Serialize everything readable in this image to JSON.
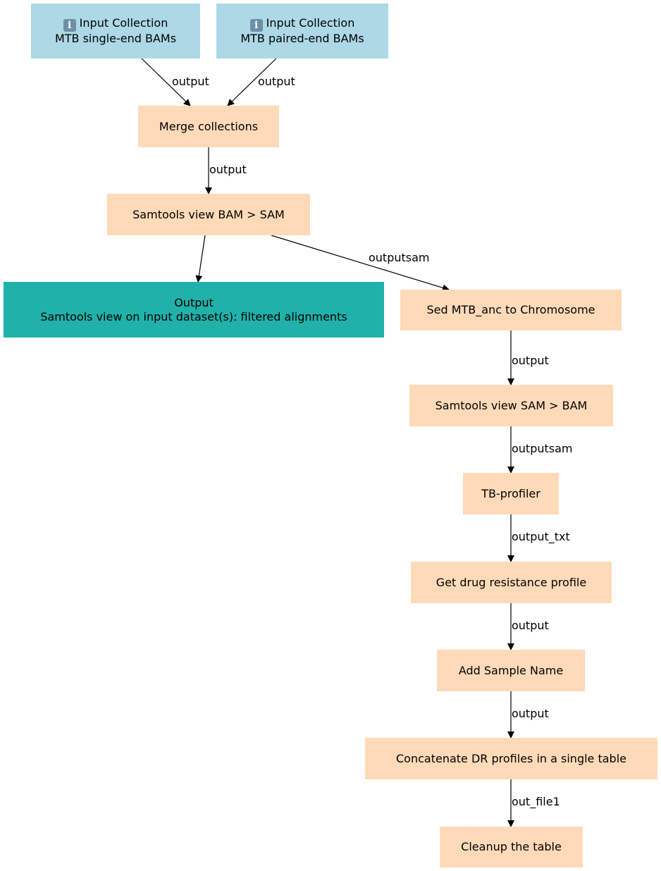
{
  "nodes": {
    "input_single": {
      "icon": "info-icon",
      "title": "Input Collection",
      "subtitle": "MTB single-end BAMs"
    },
    "input_paired": {
      "icon": "info-icon",
      "title": "Input Collection",
      "subtitle": "MTB paired-end BAMs"
    },
    "merge": {
      "label": "Merge collections"
    },
    "samtools_bam_sam": {
      "label": "Samtools view BAM > SAM"
    },
    "output": {
      "title": "Output",
      "subtitle": "Samtools view on input dataset(s): filtered alignments"
    },
    "sed": {
      "label": "Sed MTB_anc to Chromosome"
    },
    "samtools_sam_bam": {
      "label": "Samtools view SAM > BAM"
    },
    "tbprofiler": {
      "label": "TB-profiler"
    },
    "get_dr": {
      "label": "Get drug resistance profile"
    },
    "add_sample": {
      "label": "Add Sample Name"
    },
    "concatenate": {
      "label": "Concatenate DR profiles in a single table"
    },
    "cleanup": {
      "label": "Cleanup the table"
    }
  },
  "edges": [
    {
      "from": "input_single",
      "to": "merge",
      "label": "output"
    },
    {
      "from": "input_paired",
      "to": "merge",
      "label": "output"
    },
    {
      "from": "merge",
      "to": "samtools_bam_sam",
      "label": "output"
    },
    {
      "from": "samtools_bam_sam",
      "to": "output",
      "label": ""
    },
    {
      "from": "samtools_bam_sam",
      "to": "sed",
      "label": "outputsam"
    },
    {
      "from": "sed",
      "to": "samtools_sam_bam",
      "label": "output"
    },
    {
      "from": "samtools_sam_bam",
      "to": "tbprofiler",
      "label": "outputsam"
    },
    {
      "from": "tbprofiler",
      "to": "get_dr",
      "label": "output_txt"
    },
    {
      "from": "get_dr",
      "to": "add_sample",
      "label": "output"
    },
    {
      "from": "add_sample",
      "to": "concatenate",
      "label": "output"
    },
    {
      "from": "concatenate",
      "to": "cleanup",
      "label": "out_file1"
    }
  ],
  "colors": {
    "input": "#add8e6",
    "tool": "#ffdab9",
    "output": "#20b2aa",
    "edge": "#000000"
  }
}
